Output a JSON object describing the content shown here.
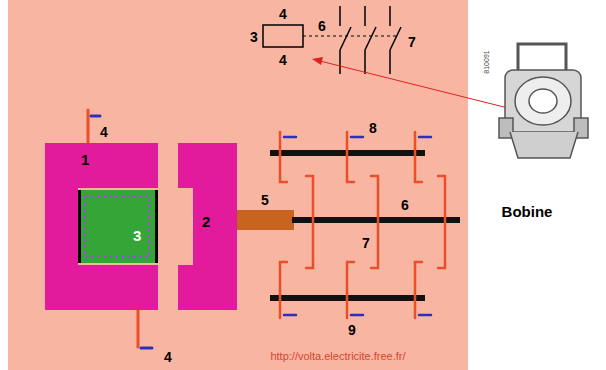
{
  "diagram": {
    "nodes": [
      {
        "text": [
          "1"
        ]
      },
      {
        "text": [
          "3"
        ],
        "in": 0
      },
      {
        "text": [
          "2"
        ]
      }
    ],
    "labels": [
      "3",
      "4",
      "4",
      "6",
      "7",
      "4",
      "8",
      "5",
      "6",
      "7",
      "9",
      "4",
      "Bobine",
      "810091",
      "http://volta.electricite.free.fr/"
    ]
  }
}
